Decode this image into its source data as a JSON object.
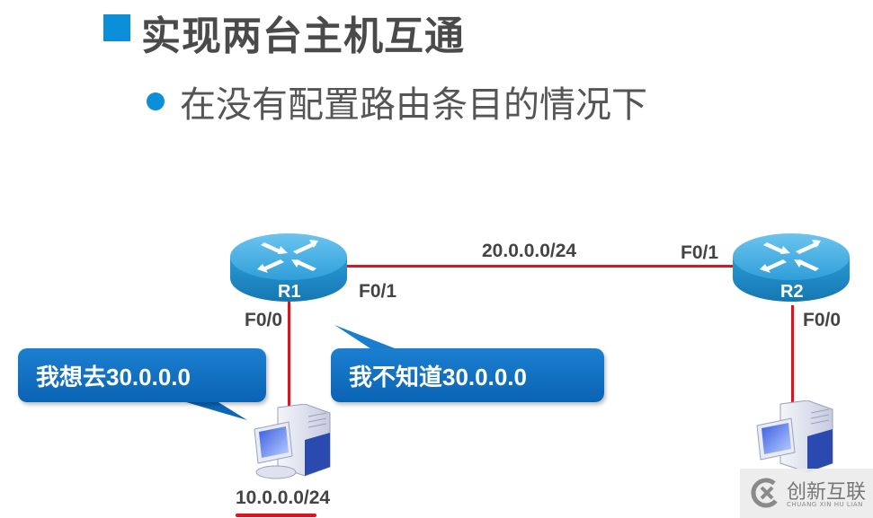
{
  "slide": {
    "title": "实现两台主机互通",
    "bullet": "在没有配置路由条目的情况下",
    "accent_color": "#0b8fd8",
    "wire_color": "#e0121e"
  },
  "diagram": {
    "routers": [
      {
        "name": "R1",
        "interfaces": {
          "left_down": "F0/0",
          "right": "F0/1"
        }
      },
      {
        "name": "R2",
        "interfaces": {
          "left": "F0/1",
          "down": "F0/0"
        }
      }
    ],
    "links": [
      {
        "from": "R1 F0/1",
        "to": "R2 F0/1",
        "network": "20.0.0.0/24"
      },
      {
        "from": "R1 F0/0",
        "to": "PC1",
        "network": "10.0.0.0/24"
      },
      {
        "from": "R2 F0/0",
        "to": "PC2",
        "network": ""
      }
    ],
    "labels": {
      "net_20": "20.0.0.0/24",
      "net_10": "10.0.0.0/24",
      "r1_f01": "F0/1",
      "r1_f00": "F0/0",
      "r2_f01": "F0/1",
      "r2_f00": "F0/0"
    },
    "callouts": {
      "pc1": "我想去30.0.0.0",
      "r1": "我不知道30.0.0.0"
    }
  },
  "watermark": {
    "cn": "创新互联",
    "en": "CHUANG XIN HU LIAN"
  }
}
